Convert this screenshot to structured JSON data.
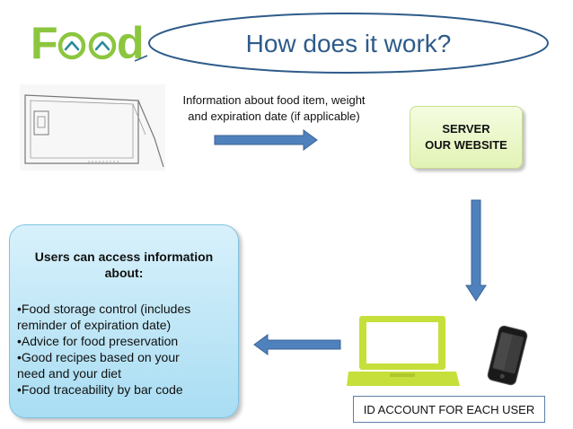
{
  "logo": {
    "letter_first": "F",
    "letter_last": "d",
    "color": "#8cc63f",
    "icon": "face-eyes-icon"
  },
  "title": "How does it work?",
  "info_text": {
    "line1": "Information about food item, weight",
    "line2": "and expiration date (if applicable)"
  },
  "server_box": {
    "line1": "SERVER",
    "line2": "OUR WEBSITE"
  },
  "users_box": {
    "heading_line1": "Users can access information",
    "heading_line2": "about:",
    "items": [
      "•Food storage control (includes",
      "reminder of expiration date)",
      "•Advice for food preservation",
      "•Good recipes based on your",
      "need and your diet",
      "•Food traceability by bar code"
    ]
  },
  "id_box": "ID ACCOUNT FOR EACH USER",
  "colors": {
    "arrow_blue": "#4f81bd",
    "title_blue": "#2e5b8a",
    "laptop_green": "#c6df3a",
    "server_fill": "#e2f3b5",
    "users_fill": "#a9ddf3"
  },
  "icons": [
    "scale-icon",
    "laptop-icon",
    "smartphone-icon",
    "arrow-right-icon",
    "arrow-down-icon",
    "arrow-left-icon"
  ]
}
